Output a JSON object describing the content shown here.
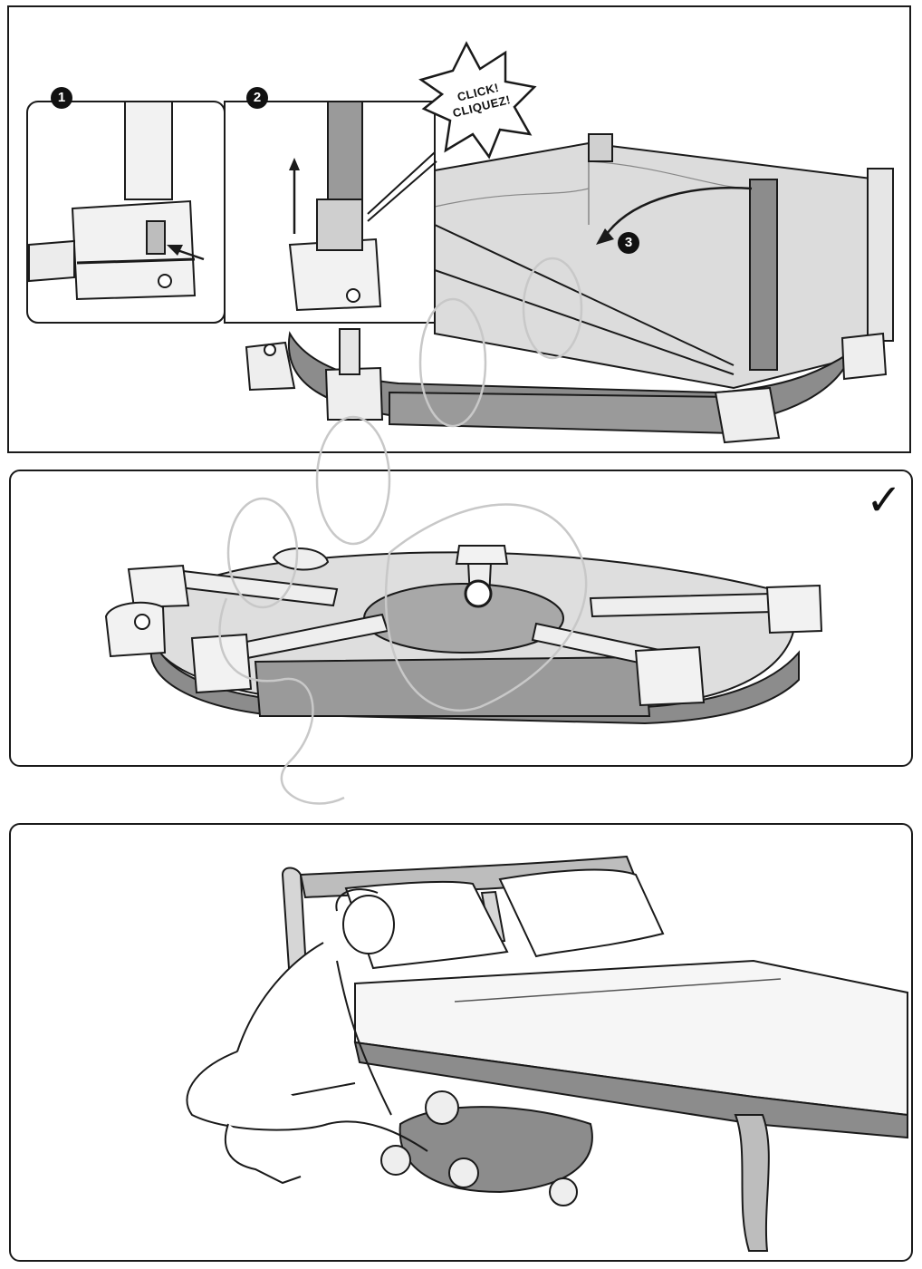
{
  "steps": {
    "step1": "1",
    "step2": "2",
    "step3": "3"
  },
  "callout": {
    "line1": "CLICK!",
    "line2": "CLIQUEZ!"
  },
  "check_mark": "✓",
  "colors": {
    "outline": "#1a1a1a",
    "shade_dark": "#8c8c8c",
    "shade_mid": "#b3b3b3",
    "shade_light": "#dadada",
    "watermark": "#c8c8c8"
  }
}
